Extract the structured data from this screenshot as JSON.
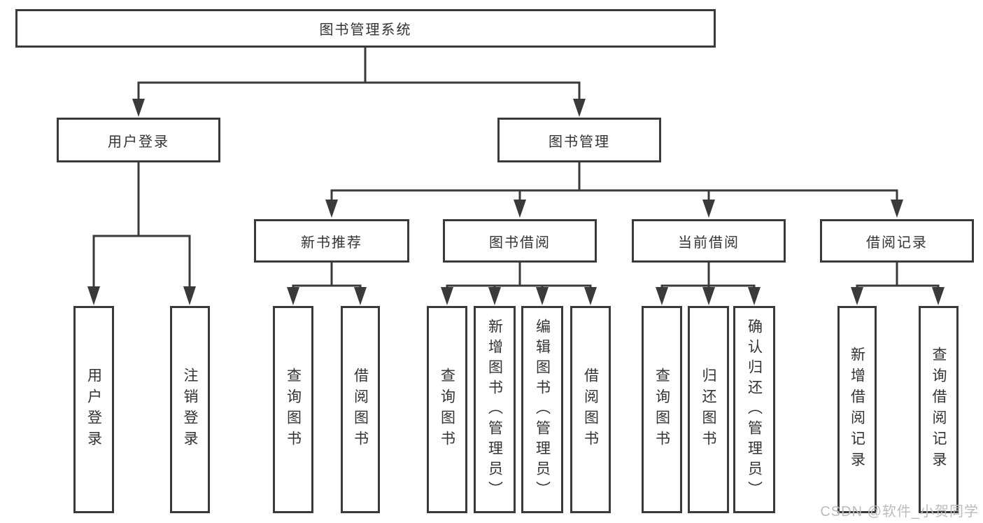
{
  "colors": {
    "line": "#3a3a3a",
    "text": "#333333",
    "background": "#ffffff",
    "watermark_text": "#bcbcbc"
  },
  "watermark": "CSDN @软件_小贺同学",
  "tree": {
    "root": {
      "label": "图书管理系统",
      "children": [
        {
          "label": "用户登录",
          "children": [
            {
              "label": "用户登录"
            },
            {
              "label": "注销登录"
            }
          ]
        },
        {
          "label": "图书管理",
          "children": [
            {
              "label": "新书推荐",
              "children": [
                {
                  "label": "查询图书"
                },
                {
                  "label": "借阅图书"
                }
              ]
            },
            {
              "label": "图书借阅",
              "children": [
                {
                  "label": "查询图书"
                },
                {
                  "label": "新增图书（管理员）"
                },
                {
                  "label": "编辑图书（管理员）"
                },
                {
                  "label": "借阅图书"
                }
              ]
            },
            {
              "label": "当前借阅",
              "children": [
                {
                  "label": "查询图书"
                },
                {
                  "label": "归还图书"
                },
                {
                  "label": "确认归还（管理员）"
                }
              ]
            },
            {
              "label": "借阅记录",
              "children": [
                {
                  "label": "新增借阅记录"
                },
                {
                  "label": "查询借阅记录"
                }
              ]
            }
          ]
        }
      ]
    }
  }
}
